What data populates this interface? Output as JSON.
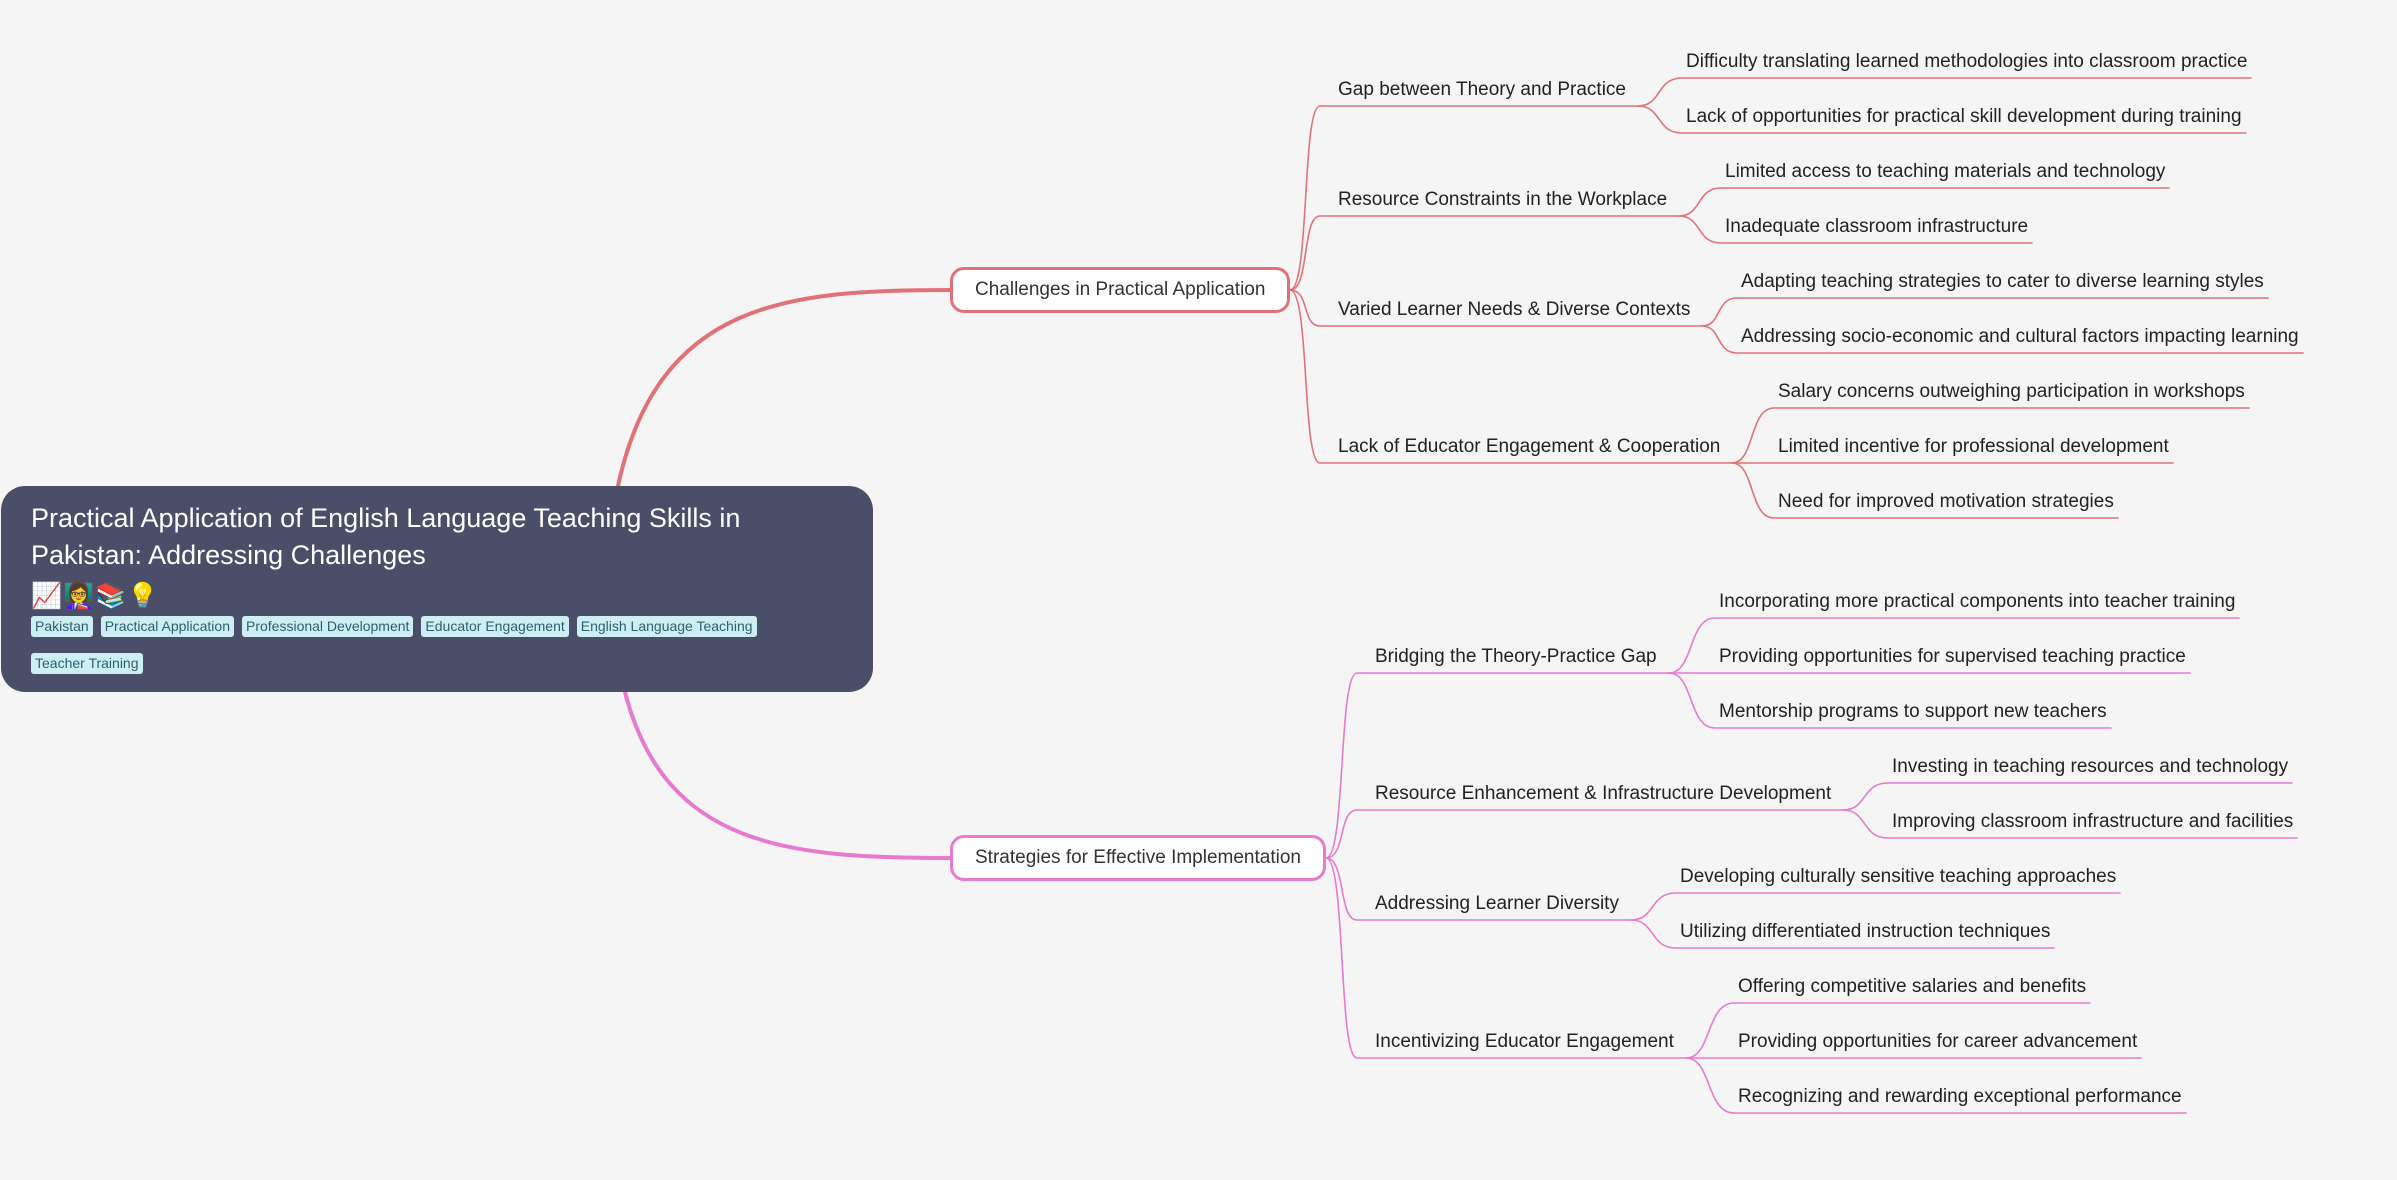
{
  "colors": {
    "background": "#f5f5f5",
    "root": "#4a4e69",
    "branch_1": "#e07276",
    "branch_2": "#e779cf",
    "tag_bg": "#cdeff4"
  },
  "root": {
    "title": "Practical Application of English Language Teaching Skills in Pakistan: Addressing Challenges",
    "emoji": "📈👩‍🏫📚💡",
    "tags": [
      "Pakistan",
      "Practical Application",
      "Professional Development",
      "Educator Engagement",
      "English Language Teaching",
      "Teacher Training"
    ]
  },
  "branches": [
    {
      "label": "Challenges in Practical Application",
      "topics": [
        {
          "label": "Gap between Theory and Practice",
          "items": [
            "Difficulty translating learned methodologies into classroom practice",
            "Lack of opportunities for practical skill development during training"
          ]
        },
        {
          "label": "Resource Constraints in the Workplace",
          "items": [
            "Limited access to teaching materials and technology",
            "Inadequate classroom infrastructure"
          ]
        },
        {
          "label": "Varied Learner Needs & Diverse Contexts",
          "items": [
            "Adapting teaching strategies to cater to diverse learning styles",
            "Addressing socio-economic and cultural factors impacting learning"
          ]
        },
        {
          "label": "Lack of Educator Engagement & Cooperation",
          "items": [
            "Salary concerns outweighing participation in workshops",
            "Limited incentive for professional development",
            "Need for improved motivation strategies"
          ]
        }
      ]
    },
    {
      "label": "Strategies for Effective Implementation",
      "topics": [
        {
          "label": "Bridging the Theory-Practice Gap",
          "items": [
            "Incorporating more practical components into teacher training",
            "Providing opportunities for supervised teaching practice",
            "Mentorship programs to support new teachers"
          ]
        },
        {
          "label": "Resource Enhancement & Infrastructure Development",
          "items": [
            "Investing in teaching resources and technology",
            "Improving classroom infrastructure and facilities"
          ]
        },
        {
          "label": "Addressing Learner Diversity",
          "items": [
            "Developing culturally sensitive teaching approaches",
            "Utilizing differentiated instruction techniques"
          ]
        },
        {
          "label": "Incentivizing Educator Engagement",
          "items": [
            "Offering competitive salaries and benefits",
            "Providing opportunities for career advancement",
            "Recognizing and rewarding exceptional performance"
          ]
        }
      ]
    }
  ]
}
